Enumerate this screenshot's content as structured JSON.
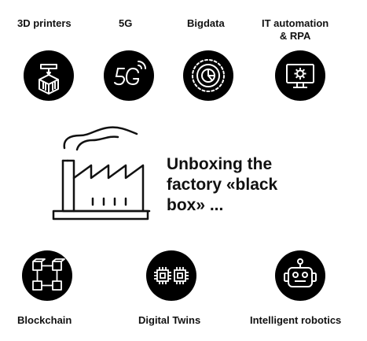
{
  "colors": {
    "ink": "#000000",
    "text": "#111111",
    "background": "#ffffff"
  },
  "top_row": [
    {
      "label": "3D printers",
      "icon": "3d-printer-icon"
    },
    {
      "label": "5G",
      "icon": "5g-icon"
    },
    {
      "label": "Bigdata",
      "icon": "bigdata-chart-icon"
    },
    {
      "label_line1": "IT automation",
      "label_line2": "& RPA",
      "icon": "monitor-gear-icon"
    }
  ],
  "center": {
    "headline_line1": "Unboxing the",
    "headline_line2": "factory «black",
    "headline_line3": "box» ...",
    "icon": "factory-icon"
  },
  "bottom_row": [
    {
      "label": "Blockchain",
      "icon": "blockchain-icon"
    },
    {
      "label": "Digital Twins",
      "icon": "digital-twins-chips-icon"
    },
    {
      "label": "Intelligent robotics",
      "icon": "robot-icon"
    }
  ]
}
